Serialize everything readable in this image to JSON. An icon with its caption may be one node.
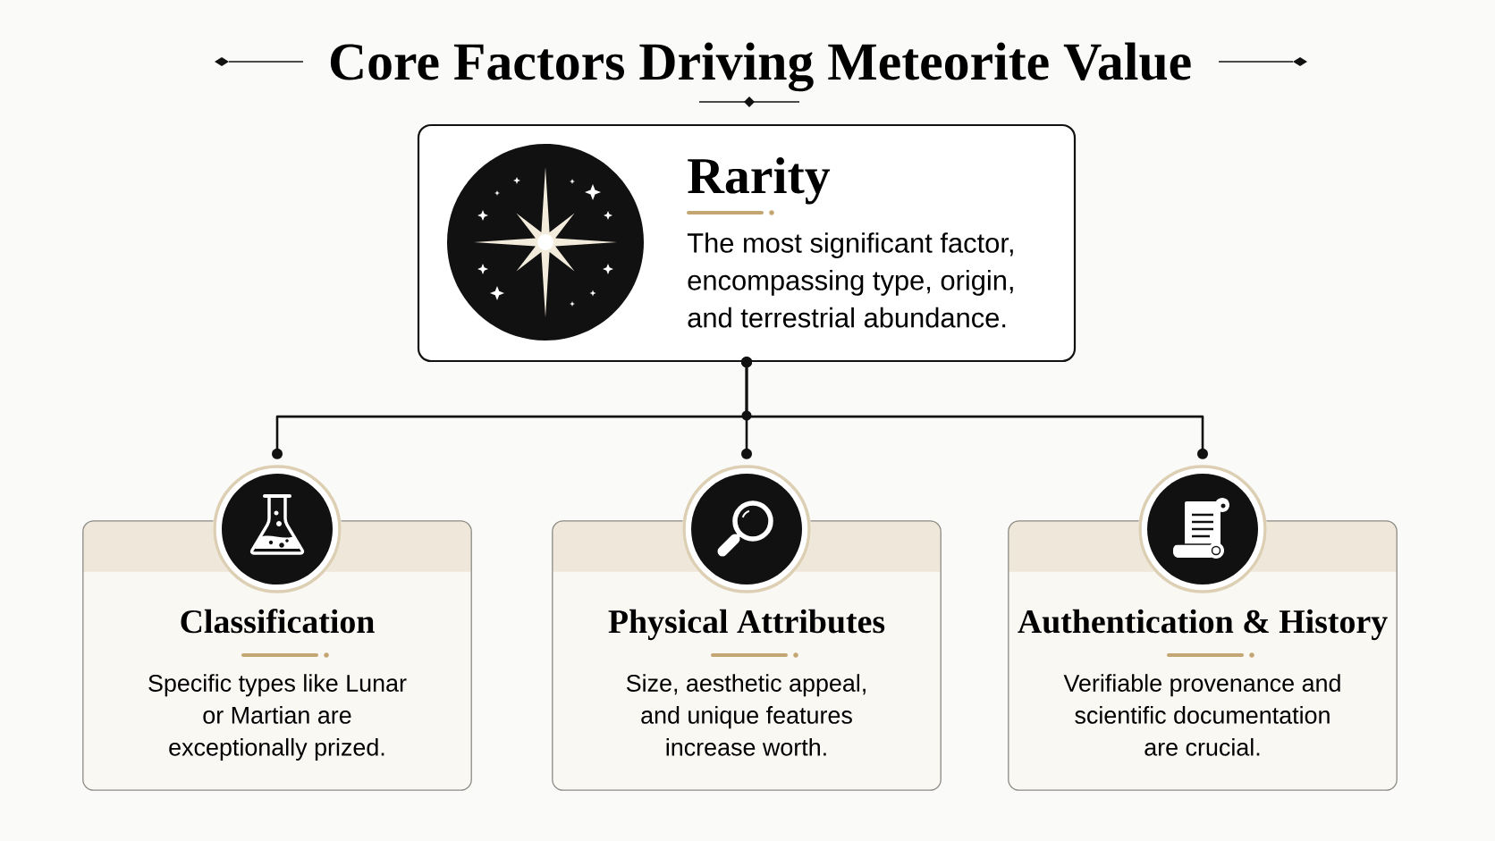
{
  "diagram": {
    "title": "Core Factors Driving Meteorite Value",
    "nodes": [
      {
        "text": [
          "Rarity",
          "The most significant factor, encompassing type, origin, and terrestrial abundance."
        ]
      },
      {
        "text": [
          "Classification",
          "Specific types like Lunar or Martian are exceptionally prized."
        ]
      },
      {
        "text": [
          "Physical Attributes",
          "Size, aesthetic appeal, and unique features increase worth."
        ]
      },
      {
        "text": [
          "Authentication & History",
          "Verifiable provenance and scientific documentation are crucial."
        ]
      }
    ],
    "edges": [
      {
        "from": 0,
        "to": 1,
        "arrow": "other"
      },
      {
        "from": 0,
        "to": 2,
        "arrow": "other"
      },
      {
        "from": 0,
        "to": 3,
        "arrow": "other"
      }
    ]
  }
}
